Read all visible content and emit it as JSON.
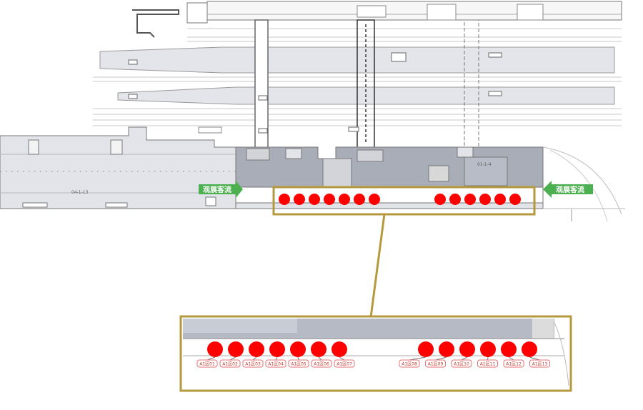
{
  "colors": {
    "marker": "#ff0000",
    "frame": "#b49a3c",
    "flow_arrow": "#4caf50",
    "hall_fill": "#a9adb7",
    "tag_border": "#e57373"
  },
  "flow_labels": {
    "left": "观展客流",
    "right": "观展客流"
  },
  "zones": {
    "west_hall": "04-1-13",
    "east_hall": "01-1-4"
  },
  "top_markers": {
    "left_group": 7,
    "right_group": 6
  },
  "zoom_tags": [
    "A1区01",
    "A1区02",
    "A1区03",
    "A1区04",
    "A1区05",
    "A1区06",
    "A1区07",
    "A1区08",
    "A1区09",
    "A1区10",
    "A1区11",
    "A1区12",
    "A1区13"
  ]
}
